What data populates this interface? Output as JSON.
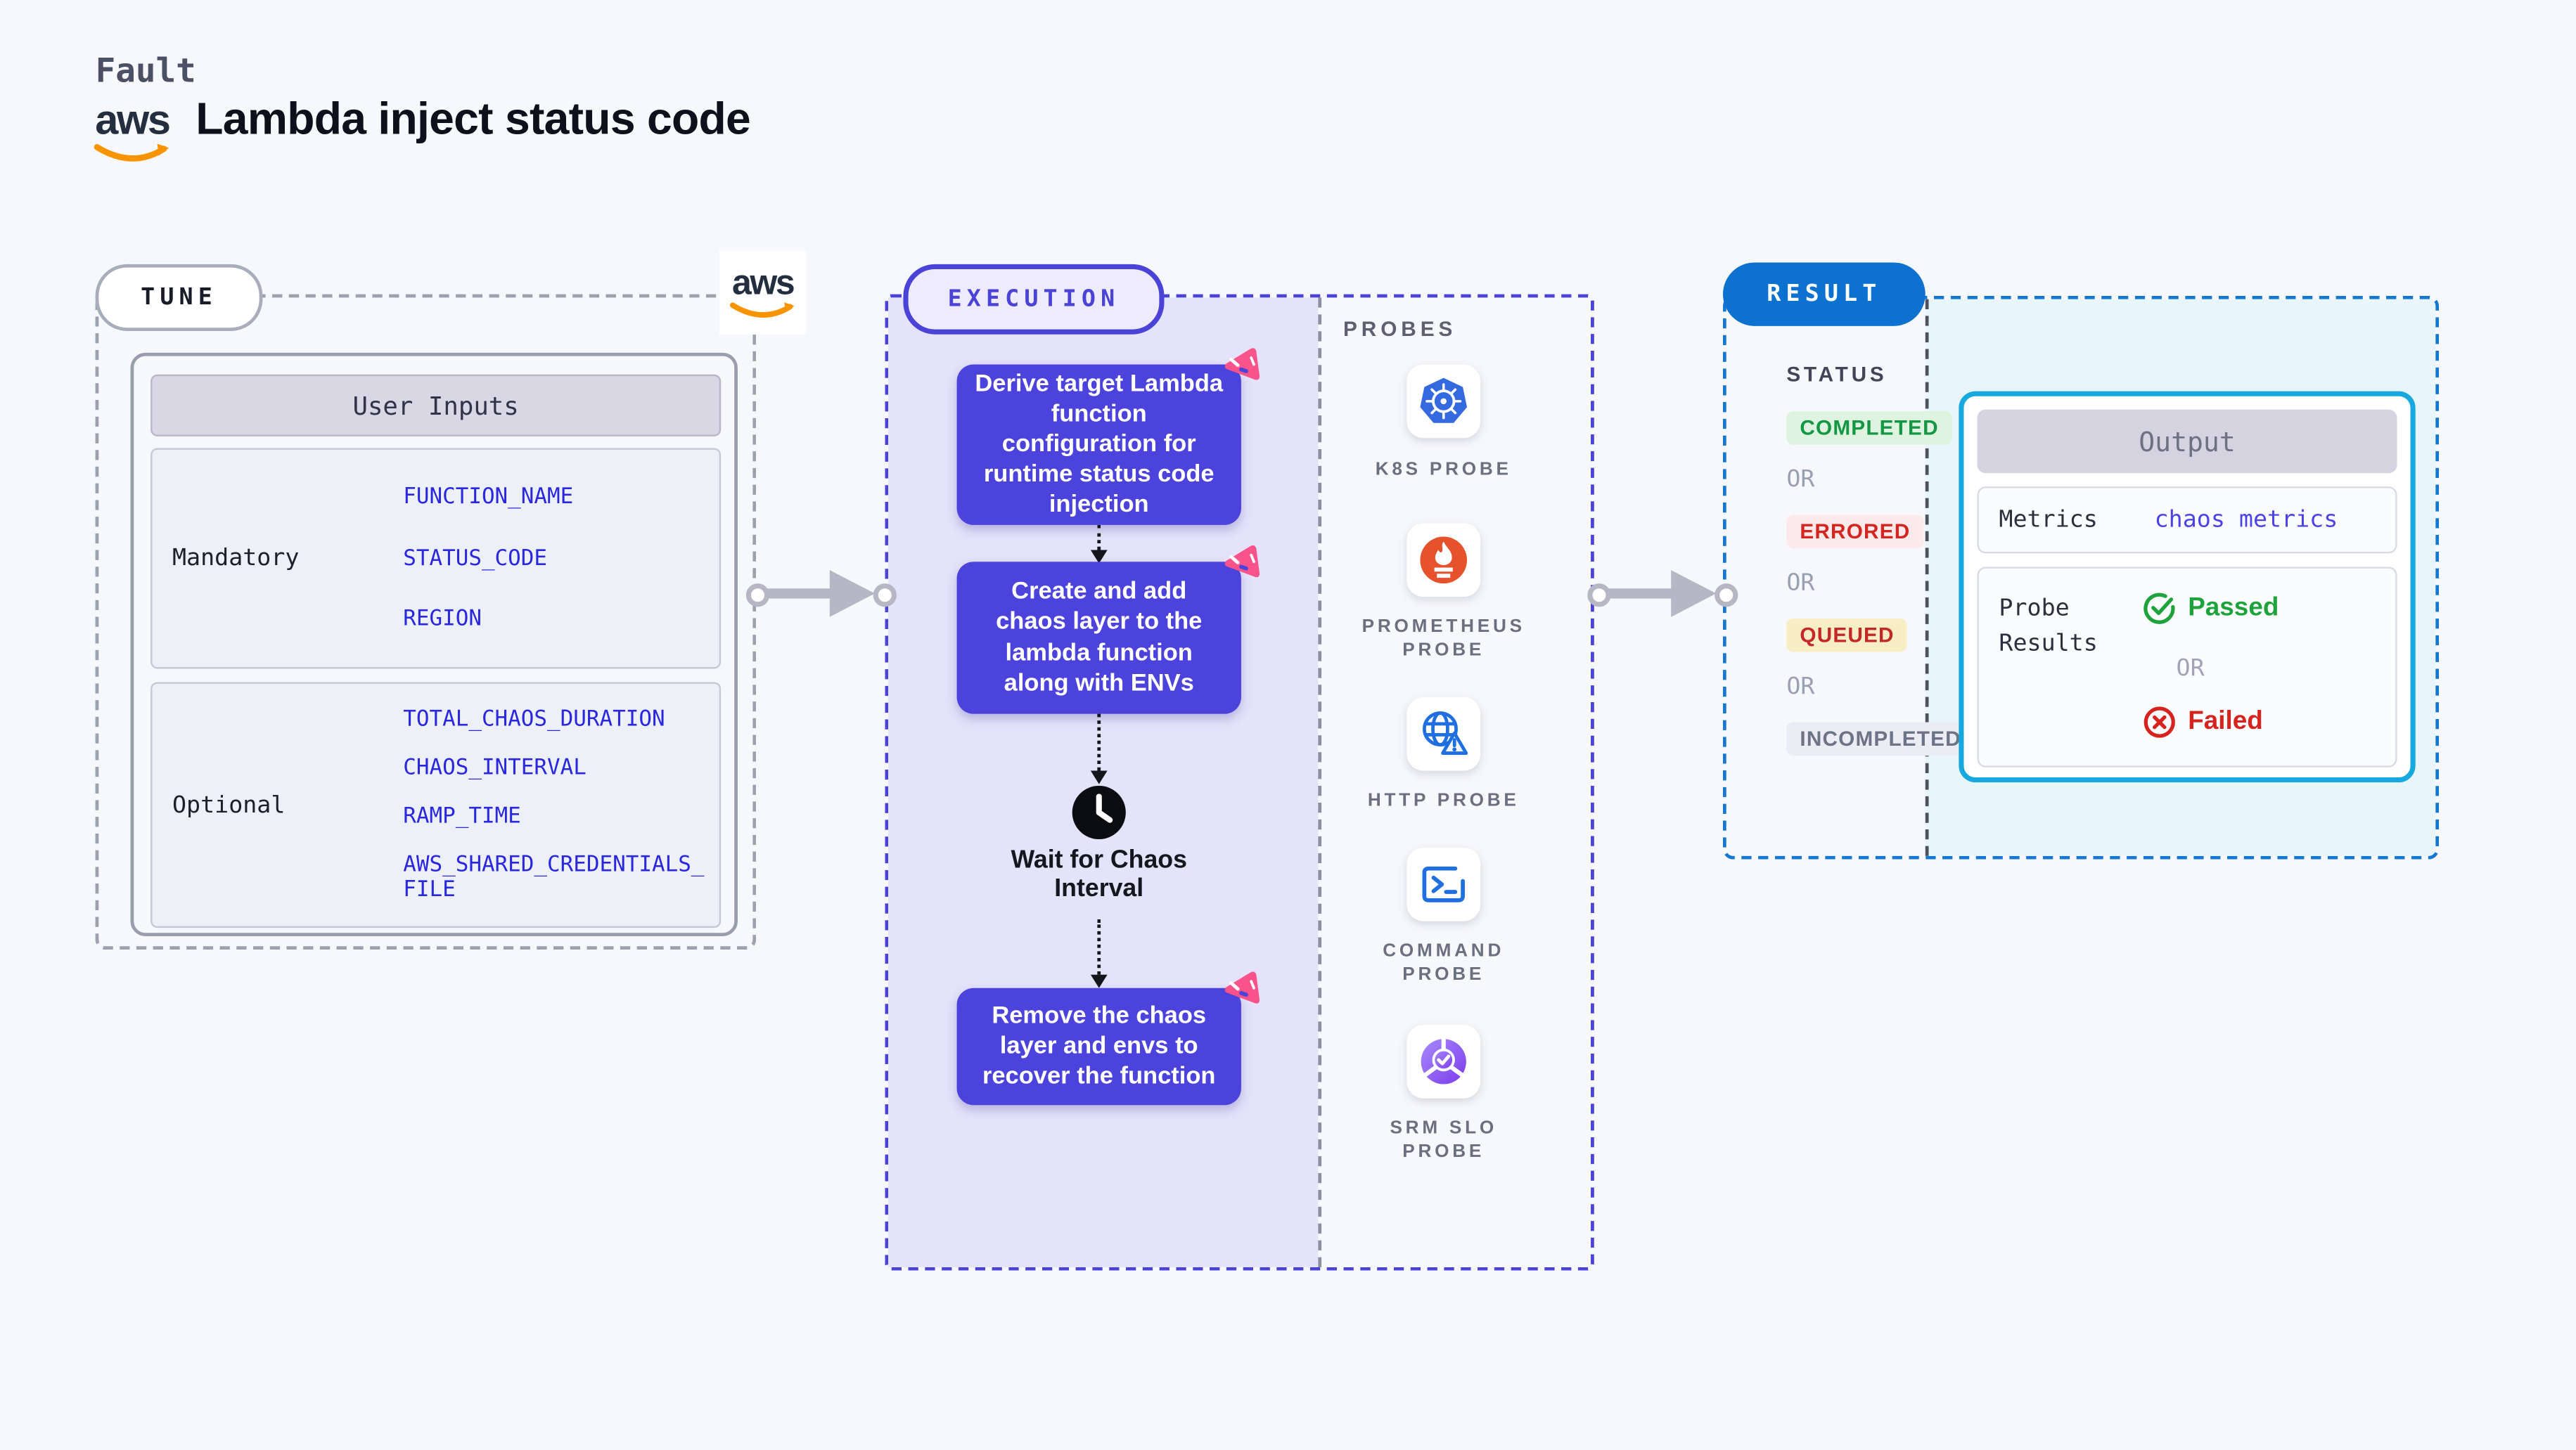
{
  "header": {
    "kicker": "Fault",
    "title": "Lambda inject status code",
    "aws_logo_text": "aws"
  },
  "tune": {
    "label": "TUNE",
    "aws_logo_text": "aws",
    "user_inputs": {
      "title": "User Inputs",
      "mandatory": {
        "label": "Mandatory",
        "vars": [
          "FUNCTION_NAME",
          "STATUS_CODE",
          "REGION"
        ]
      },
      "optional": {
        "label": "Optional",
        "vars": [
          "TOTAL_CHAOS_DURATION",
          "CHAOS_INTERVAL",
          "RAMP_TIME",
          "AWS_SHARED_CREDENTIALS_\nFILE"
        ]
      }
    }
  },
  "execution": {
    "label": "EXECUTION",
    "steps": [
      {
        "text": "Derive target Lambda function configuration for runtime status code injection"
      },
      {
        "text": "Create and add chaos layer to the lambda function along with ENVs"
      },
      {
        "text": "Remove the chaos layer and envs to recover the function"
      }
    ],
    "wait_label": "Wait for Chaos Interval"
  },
  "probes": {
    "label": "PROBES",
    "items": [
      {
        "icon": "kubernetes-icon",
        "label": "K8S PROBE"
      },
      {
        "icon": "prometheus-icon",
        "label": "PROMETHEUS\nPROBE"
      },
      {
        "icon": "http-globe-warning-icon",
        "label": "HTTP PROBE"
      },
      {
        "icon": "command-terminal-icon",
        "label": "COMMAND\nPROBE"
      },
      {
        "icon": "srm-slo-icon",
        "label": "SRM SLO\nPROBE"
      }
    ]
  },
  "result": {
    "label": "RESULT",
    "status_title": "STATUS",
    "or_label": "OR",
    "statuses": [
      {
        "label": "COMPLETED",
        "type": "completed"
      },
      {
        "label": "ERRORED",
        "type": "errored"
      },
      {
        "label": "QUEUED",
        "type": "queued"
      },
      {
        "label": "INCOMPLETED",
        "type": "incompleted"
      }
    ],
    "output": {
      "title": "Output",
      "metrics_label": "Metrics",
      "metrics_value": "chaos metrics",
      "probe_results_label": "Probe Results",
      "passed_label": "Passed",
      "failed_label": "Failed"
    }
  },
  "colors": {
    "accent_indigo": "#4c43dc",
    "accent_blue": "#0d72cf",
    "accent_cyan": "#17a8e0",
    "status_green": "#149642",
    "status_red": "#d42520",
    "badge_pink": "#f9538b",
    "aws_orange": "#f79400",
    "lavender_fill": "#e5e3f9",
    "cyan_fill": "#e8f6fc"
  }
}
